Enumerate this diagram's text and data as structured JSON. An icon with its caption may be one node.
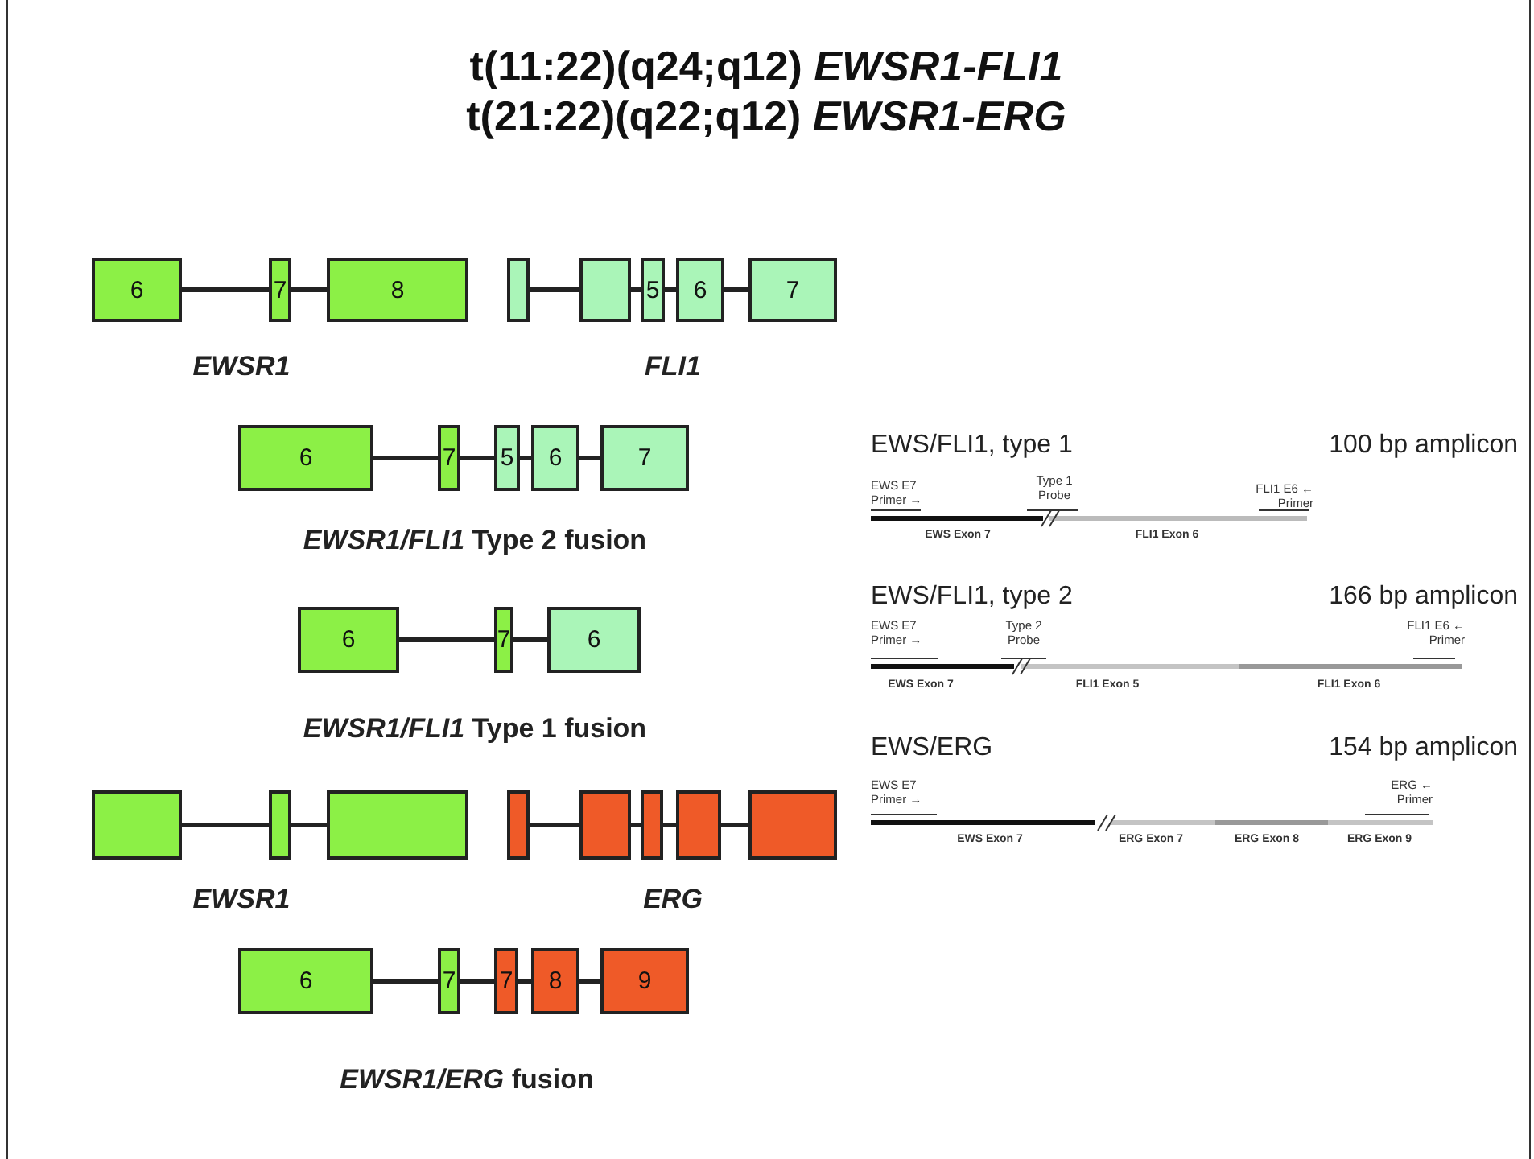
{
  "diagram": {
    "title": "t(11:22)(q24;q12) *EWSR1-FLI1* t(21:22)(q22;q12) *EWSR1-ERG*",
    "nodes": [
      {
        "text": [
          "6"
        ]
      },
      {
        "text": [
          "7"
        ]
      },
      {
        "text": [
          "8"
        ]
      },
      {
        "text": [],
        "shape": "box"
      },
      {
        "text": [],
        "shape": "box"
      },
      {
        "text": [
          "5"
        ]
      },
      {
        "text": [
          "6"
        ]
      },
      {
        "text": [
          "7"
        ]
      },
      {
        "text": [
          "6"
        ]
      },
      {
        "text": [
          "7"
        ]
      },
      {
        "text": [
          "5"
        ]
      },
      {
        "text": [
          "6"
        ]
      },
      {
        "text": [
          "7"
        ]
      },
      {
        "text": [
          "6"
        ]
      },
      {
        "text": [
          "7"
        ]
      },
      {
        "text": [
          "6"
        ]
      },
      {
        "text": [],
        "shape": "box"
      },
      {
        "text": [],
        "shape": "box"
      },
      {
        "text": [],
        "shape": "box"
      },
      {
        "text": [],
        "shape": "box"
      },
      {
        "text": [],
        "shape": "box"
      },
      {
        "text": [],
        "shape": "box"
      },
      {
        "text": [],
        "shape": "box"
      },
      {
        "text": [],
        "shape": "box"
      },
      {
        "text": [
          "6"
        ]
      },
      {
        "text": [
          "7"
        ]
      },
      {
        "text": [
          "7"
        ]
      },
      {
        "text": [
          "8"
        ]
      },
      {
        "text": [
          "9"
        ]
      }
    ],
    "edges": [
      {
        "from": 0,
        "to": 1,
        "arrow": "none"
      },
      {
        "from": 1,
        "to": 2,
        "arrow": "none"
      },
      {
        "from": 3,
        "to": 4,
        "arrow": "none"
      },
      {
        "from": 4,
        "to": 5,
        "arrow": "none"
      },
      {
        "from": 5,
        "to": 6,
        "arrow": "none"
      },
      {
        "from": 6,
        "to": 7,
        "arrow": "none"
      },
      {
        "from": 8,
        "to": 9,
        "arrow": "none"
      },
      {
        "from": 9,
        "to": 10,
        "arrow": "none"
      },
      {
        "from": 10,
        "to": 11,
        "arrow": "none"
      },
      {
        "from": 11,
        "to": 12,
        "arrow": "none"
      },
      {
        "from": 13,
        "to": 14,
        "arrow": "none"
      },
      {
        "from": 14,
        "to": 15,
        "arrow": "none"
      },
      {
        "from": 16,
        "to": 17,
        "arrow": "none"
      },
      {
        "from": 17,
        "to": 18,
        "arrow": "none"
      },
      {
        "from": 19,
        "to": 20,
        "arrow": "none"
      },
      {
        "from": 20,
        "to": 21,
        "arrow": "none"
      },
      {
        "from": 21,
        "to": 22,
        "arrow": "none"
      },
      {
        "from": 22,
        "to": 23,
        "arrow": "none"
      },
      {
        "from": 24,
        "to": 25,
        "arrow": "none"
      },
      {
        "from": 25,
        "to": 26,
        "arrow": "none"
      },
      {
        "from": 26,
        "to": 27,
        "arrow": "none"
      },
      {
        "from": 27,
        "to": 28,
        "arrow": "none"
      }
    ],
    "labels": [
      "EWSR1",
      "FLI1",
      "*EWSR1/FLI1* Type 2 fusion",
      "*EWSR1/FLI1* Type 1 fusion",
      "EWSR1",
      "ERG",
      "*EWSR1/ERG* fusion",
      "EWS/FLI1, type 1",
      "100 bp amplicon",
      "EWS E7 Primer →",
      "Type 1 Probe",
      "FLI1 E6 ← Primer",
      "EWS Exon 7",
      "FLI1 Exon 6",
      "EWS/FLI1, type 2",
      "166 bp amplicon",
      "EWS E7 Primer →",
      "Type 2 Probe",
      "FLI1 E6 ← Primer",
      "EWS Exon 7",
      "FLI1 Exon 5",
      "FLI1 Exon 6",
      "EWS/ERG",
      "154 bp amplicon",
      "EWS E7 Primer →",
      "ERG ← Primer",
      "EWS Exon 7",
      "ERG Exon 7",
      "ERG Exon 8",
      "ERG Exon 9"
    ]
  }
}
